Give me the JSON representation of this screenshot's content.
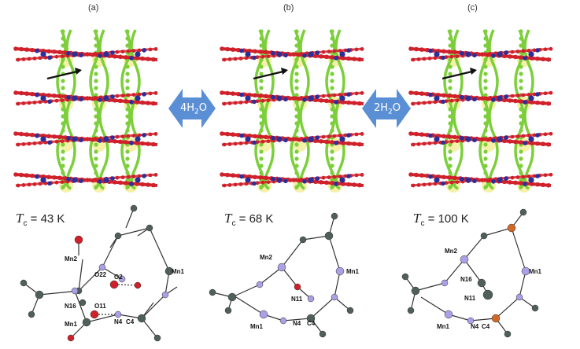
{
  "panels": [
    {
      "label": "(a)",
      "tc_value": "= 43 K"
    },
    {
      "label": "(b)",
      "tc_value": "= 68 K"
    },
    {
      "label": "(c)",
      "tc_value": "= 100 K"
    }
  ],
  "tc_symbol": "T",
  "tc_subscript": "c",
  "arrows": [
    {
      "count": "4H",
      "sub": "2",
      "tail": "O"
    },
    {
      "count": "2H",
      "sub": "2",
      "tail": "O"
    }
  ],
  "structure_labels": {
    "a": [
      "Mn2",
      "O22",
      "O2",
      "Mn1",
      "N16",
      "O11",
      "Mn1",
      "N4",
      "C4"
    ],
    "b": [
      "Mn2",
      "Mn1",
      "N11",
      "Mn1",
      "N4",
      "C4"
    ],
    "c": [
      "Mn2",
      "N16",
      "N11",
      "Mn1",
      "Mn1",
      "N4",
      "C4"
    ]
  },
  "colors": {
    "chain_red": "#d0202a",
    "ligand_green": "#7ccf3a",
    "metal_blue": "#2b2f9a",
    "arrow_blue": "#5a8fd6",
    "glow": "#f5f0a0",
    "atom_gray": "#4f5f5a",
    "atom_lilac": "#a9a0e6",
    "atom_orange": "#d0682a"
  }
}
